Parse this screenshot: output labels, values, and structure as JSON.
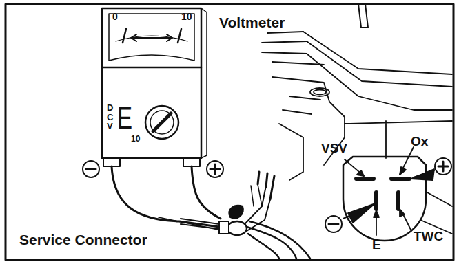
{
  "diagram": {
    "labels": [
      "Voltmeter",
      "Service Connector",
      "VSV",
      "Ox",
      "TWC",
      "E",
      "0",
      "10",
      "DCV",
      "E",
      "10"
    ]
  }
}
